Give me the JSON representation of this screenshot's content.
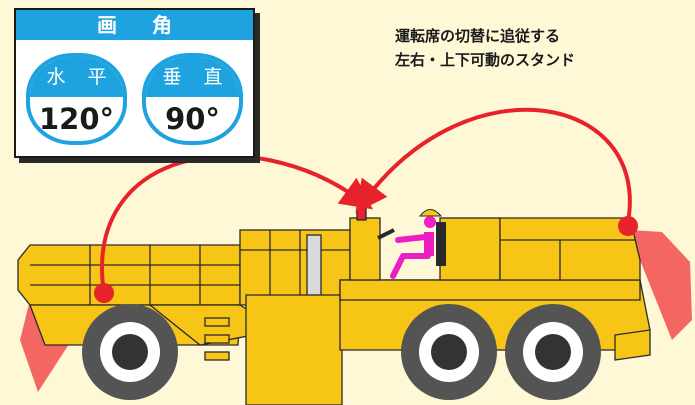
{
  "fov_card": {
    "title": "画 角",
    "horizontal_label": "水 平",
    "horizontal_value": "120°",
    "vertical_label": "垂 直",
    "vertical_value": "90°"
  },
  "caption": {
    "line1": "運転席の切替に追従する",
    "line2": "左右・上下可動のスタンド"
  },
  "colors": {
    "accent_blue": "#1fa3e0",
    "truck_yellow": "#f6c516",
    "arrow_red": "#e8222a",
    "operator_magenta": "#ee1fc2",
    "background": "#fff8d6"
  },
  "icons": [
    "curved-arrow-icon",
    "camera-dot-icon",
    "operator-figure-icon",
    "wheel-icon"
  ]
}
